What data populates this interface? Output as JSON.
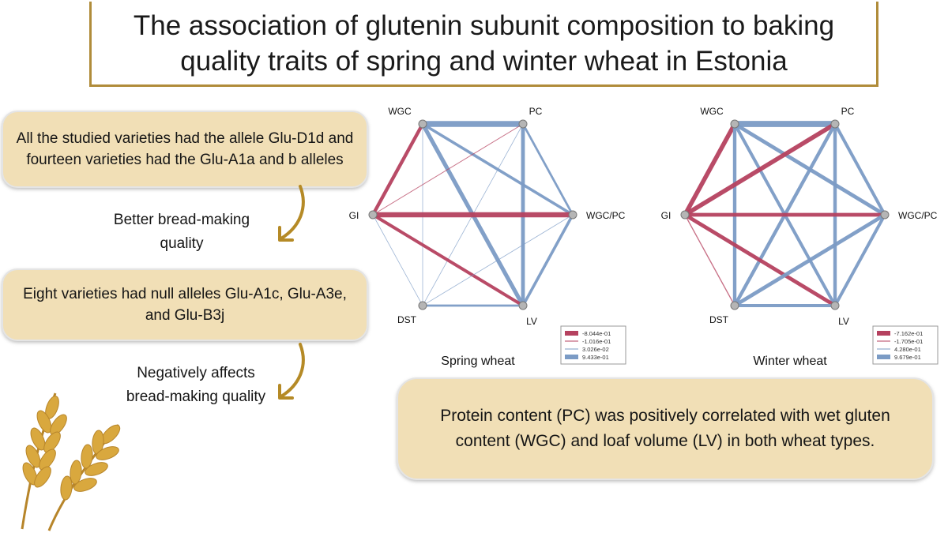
{
  "title": "The association of glutenin subunit composition to baking\nquality traits of spring and winter wheat in Estonia",
  "findings": {
    "box1": "All the studied varieties had the allele Glu-D1d and fourteen varieties had the Glu-A1a and b alleles",
    "note1": "Better bread-making\nquality",
    "box2": "Eight varieties had null alleles Glu-A1c, Glu-A3e, and Glu-B3j",
    "note2": "Negatively affects\nbread-making quality",
    "box3": "Protein content (PC) was positively correlated with wet gluten content (WGC) and loaf volume (LV) in both wheat types."
  },
  "colors": {
    "negative": "#b5415f",
    "positive": "#7b9bc5",
    "node": "#9a9a9a",
    "bubble": "#f1dfb6",
    "accent": "#b08c3a"
  },
  "networks": [
    {
      "caption": "Spring wheat",
      "nodes": [
        "WGC",
        "PC",
        "WGC/PC",
        "LV",
        "DST",
        "GI"
      ],
      "legend": [
        "-8.044e-01",
        "-1.016e-01",
        "3.026e-02",
        "9.433e-01"
      ],
      "edges": [
        {
          "a": "WGC",
          "b": "PC",
          "r": 0.94
        },
        {
          "a": "WGC",
          "b": "GI",
          "r": -0.55
        },
        {
          "a": "WGC",
          "b": "WGC/PC",
          "r": 0.45
        },
        {
          "a": "WGC",
          "b": "LV",
          "r": 0.65
        },
        {
          "a": "WGC",
          "b": "DST",
          "r": 0.05
        },
        {
          "a": "PC",
          "b": "GI",
          "r": -0.12
        },
        {
          "a": "PC",
          "b": "LV",
          "r": 0.6
        },
        {
          "a": "PC",
          "b": "DST",
          "r": 0.05
        },
        {
          "a": "PC",
          "b": "WGC/PC",
          "r": 0.35
        },
        {
          "a": "GI",
          "b": "WGC/PC",
          "r": -0.8
        },
        {
          "a": "GI",
          "b": "LV",
          "r": -0.5
        },
        {
          "a": "GI",
          "b": "DST",
          "r": 0.05
        },
        {
          "a": "WGC/PC",
          "b": "LV",
          "r": 0.45
        },
        {
          "a": "WGC/PC",
          "b": "DST",
          "r": 0.04
        },
        {
          "a": "DST",
          "b": "LV",
          "r": 0.35
        }
      ]
    },
    {
      "caption": "Winter wheat",
      "nodes": [
        "WGC",
        "PC",
        "WGC/PC",
        "LV",
        "DST",
        "GI"
      ],
      "legend": [
        "-7.162e-01",
        "-1.705e-01",
        "4.280e-01",
        "9.679e-01"
      ],
      "edges": [
        {
          "a": "WGC",
          "b": "PC",
          "r": 0.96
        },
        {
          "a": "WGC",
          "b": "GI",
          "r": -0.7
        },
        {
          "a": "WGC",
          "b": "WGC/PC",
          "r": 0.6
        },
        {
          "a": "WGC",
          "b": "LV",
          "r": 0.5
        },
        {
          "a": "WGC",
          "b": "DST",
          "r": 0.55
        },
        {
          "a": "PC",
          "b": "GI",
          "r": -0.7
        },
        {
          "a": "PC",
          "b": "LV",
          "r": 0.55
        },
        {
          "a": "PC",
          "b": "DST",
          "r": 0.55
        },
        {
          "a": "PC",
          "b": "WGC/PC",
          "r": 0.5
        },
        {
          "a": "GI",
          "b": "WGC/PC",
          "r": -0.6
        },
        {
          "a": "GI",
          "b": "LV",
          "r": -0.6
        },
        {
          "a": "GI",
          "b": "DST",
          "r": -0.17
        },
        {
          "a": "WGC/PC",
          "b": "LV",
          "r": 0.5
        },
        {
          "a": "WGC/PC",
          "b": "DST",
          "r": 0.6
        },
        {
          "a": "DST",
          "b": "LV",
          "r": 0.5
        }
      ]
    }
  ]
}
